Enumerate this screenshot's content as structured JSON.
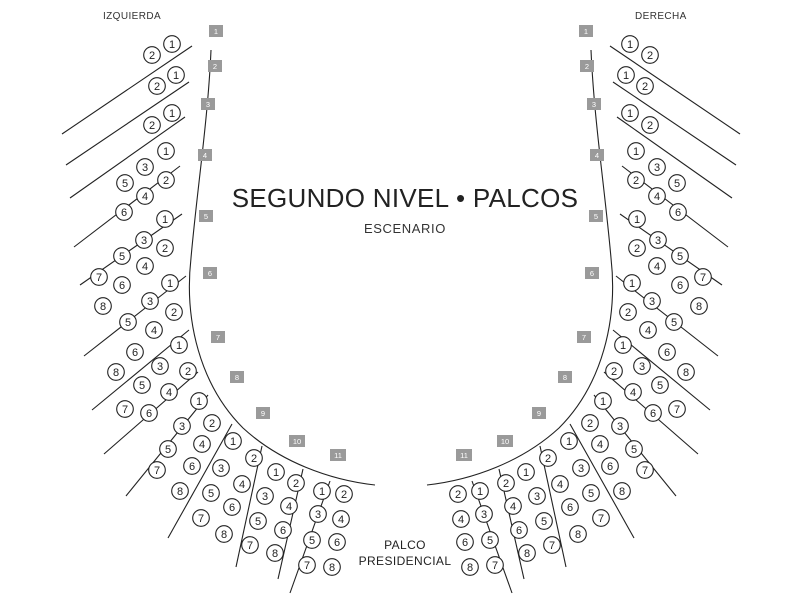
{
  "labels": {
    "left": "IZQUIERDA",
    "right": "DERECHA",
    "title": "SEGUNDO NIVEL • PALCOS",
    "subtitle": "ESCENARIO",
    "presidential_line1": "PALCO",
    "presidential_line2": "PRESIDENCIAL"
  },
  "colors": {
    "box_tag": "#9a9a9a",
    "line": "#222222",
    "seat_stroke": "#222222",
    "text": "#222222"
  },
  "boxes": [
    {
      "number": "1",
      "seats": [
        "1",
        "2"
      ]
    },
    {
      "number": "2",
      "seats": [
        "1",
        "2"
      ]
    },
    {
      "number": "3",
      "seats": [
        "1",
        "2"
      ]
    },
    {
      "number": "4",
      "seats": [
        "1",
        "2",
        "3",
        "4",
        "5",
        "6"
      ]
    },
    {
      "number": "5",
      "seats": [
        "1",
        "2",
        "3",
        "4",
        "5",
        "6"
      ]
    },
    {
      "number": "6",
      "seats": [
        "1",
        "2",
        "3",
        "4",
        "5",
        "6",
        "7",
        "8"
      ]
    },
    {
      "number": "7",
      "seats": [
        "1",
        "2",
        "3",
        "4",
        "5",
        "6",
        "7",
        "8"
      ]
    },
    {
      "number": "8",
      "seats": [
        "1",
        "2",
        "3",
        "4",
        "5",
        "6",
        "7",
        "8"
      ]
    },
    {
      "number": "9",
      "seats": [
        "1",
        "2",
        "3",
        "4",
        "5",
        "6",
        "7",
        "8"
      ]
    },
    {
      "number": "10",
      "seats": [
        "1",
        "2",
        "3",
        "4",
        "5",
        "6",
        "7",
        "8"
      ]
    },
    {
      "number": "11",
      "seats": [
        "1",
        "2",
        "3",
        "4",
        "5",
        "6",
        "7",
        "8"
      ]
    }
  ]
}
